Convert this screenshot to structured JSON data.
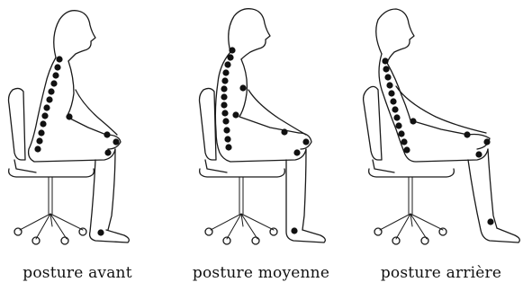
{
  "captions": {
    "forward": "posture avant",
    "middle": "posture moyenne",
    "backward": "posture arrière"
  },
  "colors": {
    "line": "#1a1a1a",
    "dot": "#111111",
    "background": "#ffffff"
  },
  "icons": [
    "office-chair-icon",
    "seated-figure-icon",
    "spine-dot-icon"
  ]
}
